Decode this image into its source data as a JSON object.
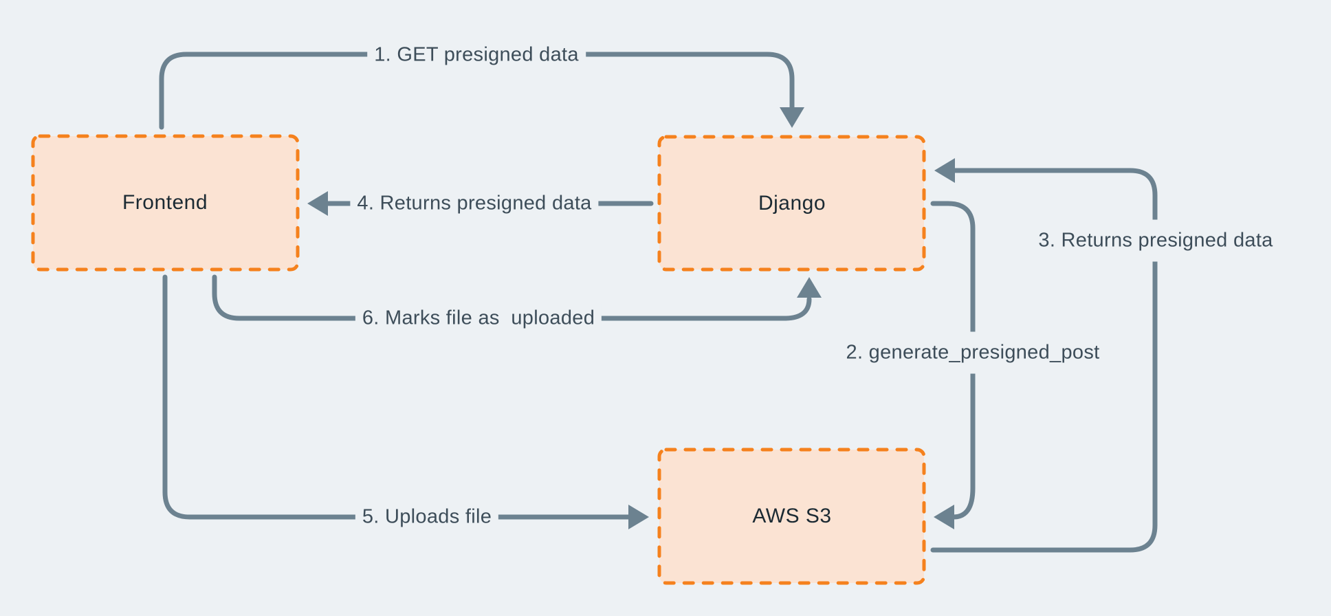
{
  "diagram": {
    "type": "flow",
    "colors": {
      "background": "#EDF1F4",
      "node_fill": "#FBE3D3",
      "node_border": "#F5811D",
      "node_text": "#1B2A33",
      "connector": "#6C8290",
      "label_text": "#3D4D59"
    },
    "nodes": [
      {
        "id": "frontend",
        "label": "Frontend"
      },
      {
        "id": "django",
        "label": "Django"
      },
      {
        "id": "aws-s3",
        "label": "AWS S3"
      }
    ],
    "connectors": [
      {
        "step": "1",
        "label": "1. GET presigned data",
        "from": "frontend",
        "to": "django"
      },
      {
        "step": "2",
        "label": "2. generate_presigned_post",
        "from": "django",
        "to": "aws-s3"
      },
      {
        "step": "3",
        "label": "3. Returns presigned data",
        "from": "aws-s3",
        "to": "django"
      },
      {
        "step": "4",
        "label": "4. Returns presigned data",
        "from": "django",
        "to": "frontend"
      },
      {
        "step": "5",
        "label": "5. Uploads file",
        "from": "frontend",
        "to": "aws-s3"
      },
      {
        "step": "6",
        "label": "6. Marks file as  uploaded",
        "from": "frontend",
        "to": "django"
      }
    ]
  }
}
